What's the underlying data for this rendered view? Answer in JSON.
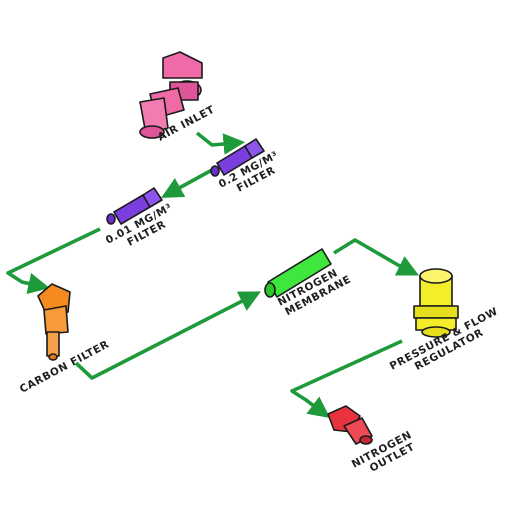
{
  "components": {
    "air_inlet": {
      "line1": "AIR INLET",
      "color": "#f06aa8"
    },
    "filter_02": {
      "line1": "0.2 MG/M³",
      "line2": "FILTER",
      "color": "#7b3fe0"
    },
    "filter_001": {
      "line1": "0.01 MG/M³",
      "line2": "FILTER",
      "color": "#7b3fe0"
    },
    "carbon_filter": {
      "line1": "CARBON FILTER",
      "color": "#f58a1f"
    },
    "nitrogen_membrane": {
      "line1": "NITROGEN",
      "line2": "MEMBRANE",
      "color": "#3ee63e"
    },
    "regulator": {
      "line1": "PRESSURE & FLOW",
      "line2": "REGULATOR",
      "color": "#f4ee2a"
    },
    "nitrogen_outlet": {
      "line1": "NITROGEN",
      "line2": "OUTLET",
      "color": "#e8323e"
    }
  },
  "flow_color": "#1f9a3a"
}
